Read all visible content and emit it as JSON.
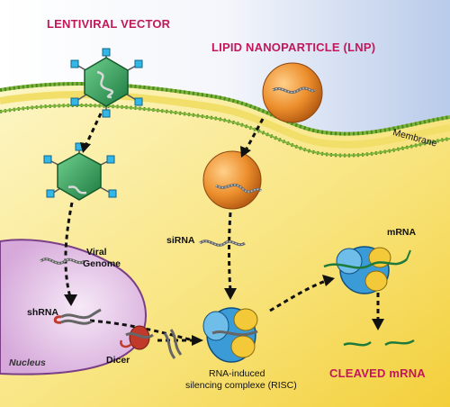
{
  "labels": {
    "lentiviral_vector": "LENTIVIRAL VECTOR",
    "lipid_nanoparticle": "LIPID NANOPARTICLE (LNP)",
    "membrane": "Membrane",
    "viral_genome_line1": "Viral",
    "viral_genome_line2": "Genome",
    "shrna": "shRNA",
    "nucleus": "Nucleus",
    "dicer": "Dicer",
    "sirna": "siRNA",
    "risc_line1": "RNA-induced",
    "risc_line2": "silencing complexe (RISC)",
    "mrna": "mRNA",
    "cleaved_mrna": "CLEAVED mRNA"
  },
  "colors": {
    "title": "#c2185b",
    "cytoplasm_top": "#fbf3c0",
    "cytoplasm_bottom": "#f6d84a",
    "sky": "#c6d6ee",
    "nucleus": "#e4c4e6",
    "membrane_heads": "#7fb43a",
    "membrane_tails": "#f2df6a",
    "lnp": "#e88a2a",
    "virus": "#2e9c58",
    "virus_knobs": "#33b7e6",
    "risc_blue": "#3a9bd6",
    "risc_yellow": "#f3c93a",
    "dicer": "#c0392b"
  }
}
